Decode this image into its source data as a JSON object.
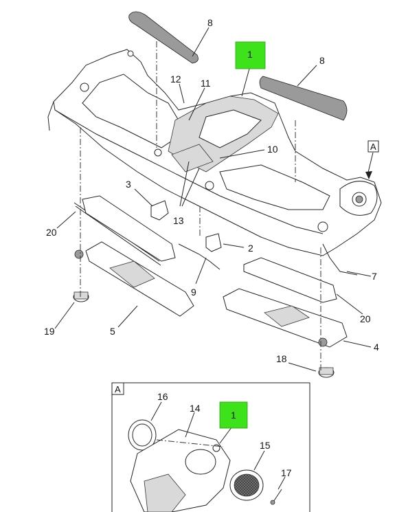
{
  "callouts": {
    "c1_top": "1",
    "c1_inset": "1",
    "c2": "2",
    "c3": "3",
    "c4": "4",
    "c5": "5",
    "c7": "7",
    "c8_left": "8",
    "c8_right": "8",
    "c9": "9",
    "c11": "11",
    "c10": "10",
    "c12": "12",
    "c13": "13",
    "c14": "14",
    "c15": "15",
    "c16": "16",
    "c17": "17",
    "c18": "18",
    "c19": "19",
    "c20_left": "20",
    "c20_right": "20"
  },
  "view_marker": {
    "main": "A",
    "inset": "A"
  },
  "colors": {
    "highlight": "#3ee21a",
    "line": "#222222",
    "background": "#ffffff"
  }
}
